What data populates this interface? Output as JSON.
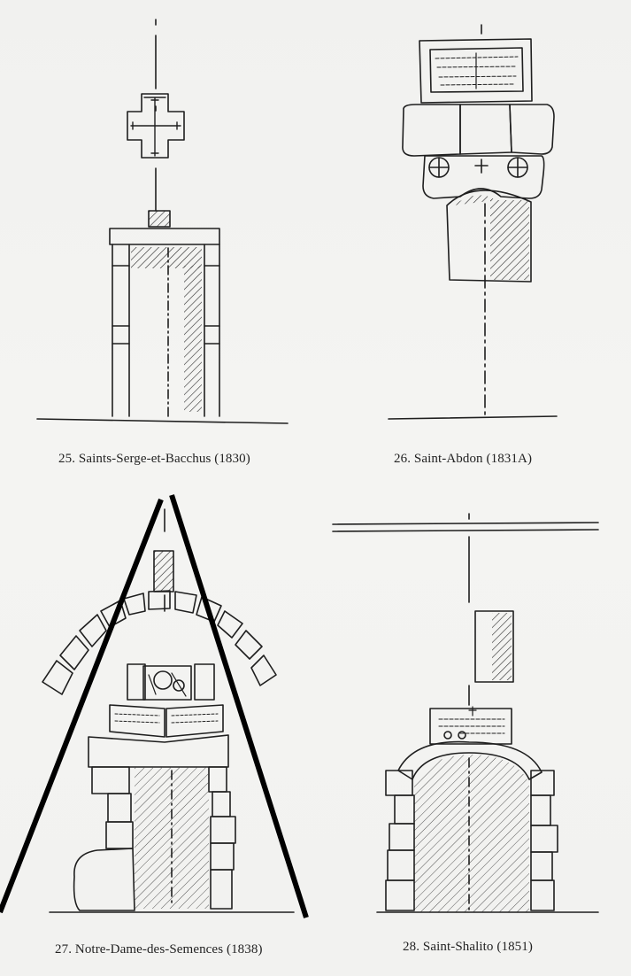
{
  "figures": [
    {
      "id": "25",
      "caption": "25. Saints-Serge-et-Bacchus (1830)"
    },
    {
      "id": "26",
      "caption": "26. Saint-Abdon (1831A)"
    },
    {
      "id": "27",
      "caption": "27. Notre-Dame-des-Semences (1838)"
    },
    {
      "id": "28",
      "caption": "28. Saint-Shalito (1851)"
    }
  ],
  "colors": {
    "ink": "#1f1f1f",
    "paper": "#f3f3f1",
    "overlay": "#000000"
  }
}
